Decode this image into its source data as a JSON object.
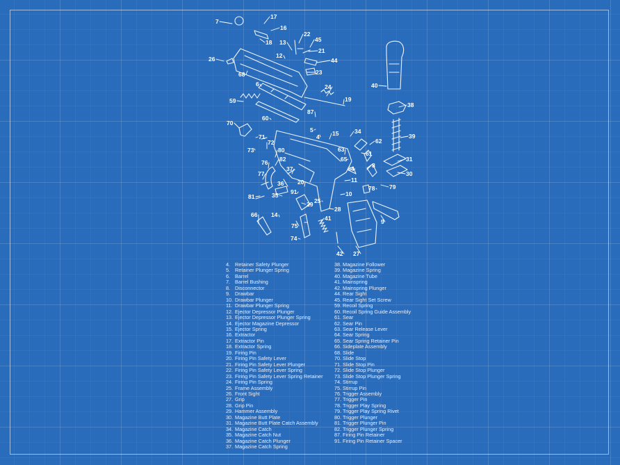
{
  "callout_numbers": [
    "4",
    "5",
    "6",
    "7",
    "8",
    "9",
    "10",
    "11",
    "12",
    "13",
    "14",
    "15",
    "16",
    "17",
    "18",
    "19",
    "20",
    "21",
    "22",
    "23",
    "24",
    "25",
    "26",
    "27",
    "28",
    "29",
    "30",
    "31",
    "34",
    "35",
    "36",
    "37",
    "38",
    "39",
    "40",
    "41",
    "42",
    "44",
    "45",
    "59",
    "60",
    "61",
    "62",
    "63",
    "64",
    "65",
    "66",
    "68",
    "70",
    "71",
    "72",
    "73",
    "74",
    "75",
    "76",
    "77",
    "78",
    "79",
    "80",
    "81",
    "82",
    "87",
    "91"
  ],
  "parts_list": {
    "column_1": [
      {
        "num": "4.",
        "name": "Retainer Safety Plunger"
      },
      {
        "num": "5.",
        "name": "Retainer Plunger Spring"
      },
      {
        "num": "6.",
        "name": "Barrel"
      },
      {
        "num": "7.",
        "name": "Barrel Bushing"
      },
      {
        "num": "8.",
        "name": "Disconnector"
      },
      {
        "num": "9.",
        "name": "Drawbar"
      },
      {
        "num": "10.",
        "name": "Drawbar Plunger"
      },
      {
        "num": "11.",
        "name": "Drawbar Plunger Spring"
      },
      {
        "num": "12.",
        "name": "Ejector Depressor Plunger"
      },
      {
        "num": "13.",
        "name": "Ejector Depressor Plunger Spring"
      },
      {
        "num": "14.",
        "name": "Ejector Magazine Depressor"
      },
      {
        "num": "15.",
        "name": "Ejector Spring"
      },
      {
        "num": "16.",
        "name": "Extractor"
      },
      {
        "num": "17.",
        "name": "Extractor Pin"
      },
      {
        "num": "18.",
        "name": "Extractor Spring"
      },
      {
        "num": "19.",
        "name": "Firing Pin"
      },
      {
        "num": "20.",
        "name": "Firing Pin Safety Lever"
      },
      {
        "num": "21.",
        "name": "Firing Pin Safety Lever Plunger"
      },
      {
        "num": "22.",
        "name": "Firing Pin Safety Lever Spring"
      },
      {
        "num": "23.",
        "name": "Firing Pin Safety Lever Spring Retainer"
      },
      {
        "num": "24.",
        "name": "Firing Pin Spring"
      },
      {
        "num": "25.",
        "name": "Frame Assembly"
      },
      {
        "num": "26.",
        "name": "Front Sight"
      },
      {
        "num": "27.",
        "name": "Grip"
      },
      {
        "num": "28.",
        "name": "Grip Pin"
      },
      {
        "num": "29.",
        "name": "Hammer Assembly"
      },
      {
        "num": "30.",
        "name": "Magazine Butt Plate"
      },
      {
        "num": "31.",
        "name": "Magazine Butt Plate Catch Assembly"
      },
      {
        "num": "34.",
        "name": "Magazine Catch"
      },
      {
        "num": "35.",
        "name": "Magazine Catch Nut"
      },
      {
        "num": "36.",
        "name": "Magazine Catch Plunger"
      },
      {
        "num": "37.",
        "name": "Magazine Catch Spring"
      }
    ],
    "column_2": [
      {
        "num": "38.",
        "name": "Magazine Follower"
      },
      {
        "num": "39.",
        "name": "Magazine Spring"
      },
      {
        "num": "40.",
        "name": "Magazine Tube"
      },
      {
        "num": "41.",
        "name": "Mainspring"
      },
      {
        "num": "42.",
        "name": "Mainspring Plunger"
      },
      {
        "num": "44.",
        "name": "Rear Sight"
      },
      {
        "num": "45.",
        "name": "Rear Sight Set Screw"
      },
      {
        "num": "59.",
        "name": "Recoil Spring"
      },
      {
        "num": "60.",
        "name": "Recoil Spring Guide Assembly"
      },
      {
        "num": "61.",
        "name": "Sear"
      },
      {
        "num": "62.",
        "name": "Sear Pin"
      },
      {
        "num": "63.",
        "name": "Sear Release Lever"
      },
      {
        "num": "64.",
        "name": "Sear Spring"
      },
      {
        "num": "65.",
        "name": "Sear Spring Retainer Pin"
      },
      {
        "num": "66.",
        "name": "Sideplate Assembly"
      },
      {
        "num": "68.",
        "name": "Slide"
      },
      {
        "num": "70.",
        "name": "Slide Stop"
      },
      {
        "num": "71.",
        "name": "Slide Stop Pin"
      },
      {
        "num": "72.",
        "name": "Slide Stop Plunger"
      },
      {
        "num": "73.",
        "name": "Slide Stop Plunger Spring"
      },
      {
        "num": "74.",
        "name": "Stirrup"
      },
      {
        "num": "75.",
        "name": "Stirrup Pin"
      },
      {
        "num": "76.",
        "name": "Trigger Assembly"
      },
      {
        "num": "77.",
        "name": "Trigger Pin"
      },
      {
        "num": "78.",
        "name": "Trigger Play Spring"
      },
      {
        "num": "79.",
        "name": "Trigger Play Spring Rivet"
      },
      {
        "num": "80.",
        "name": "Trigger Plunger"
      },
      {
        "num": "81.",
        "name": "Trigger Plunger Pin"
      },
      {
        "num": "82.",
        "name": "Trigger Plunger Spring"
      },
      {
        "num": "87.",
        "name": "Firing Pin Retainer"
      },
      {
        "num": "91.",
        "name": "Firing Pin Retainer Spacer"
      }
    ]
  }
}
